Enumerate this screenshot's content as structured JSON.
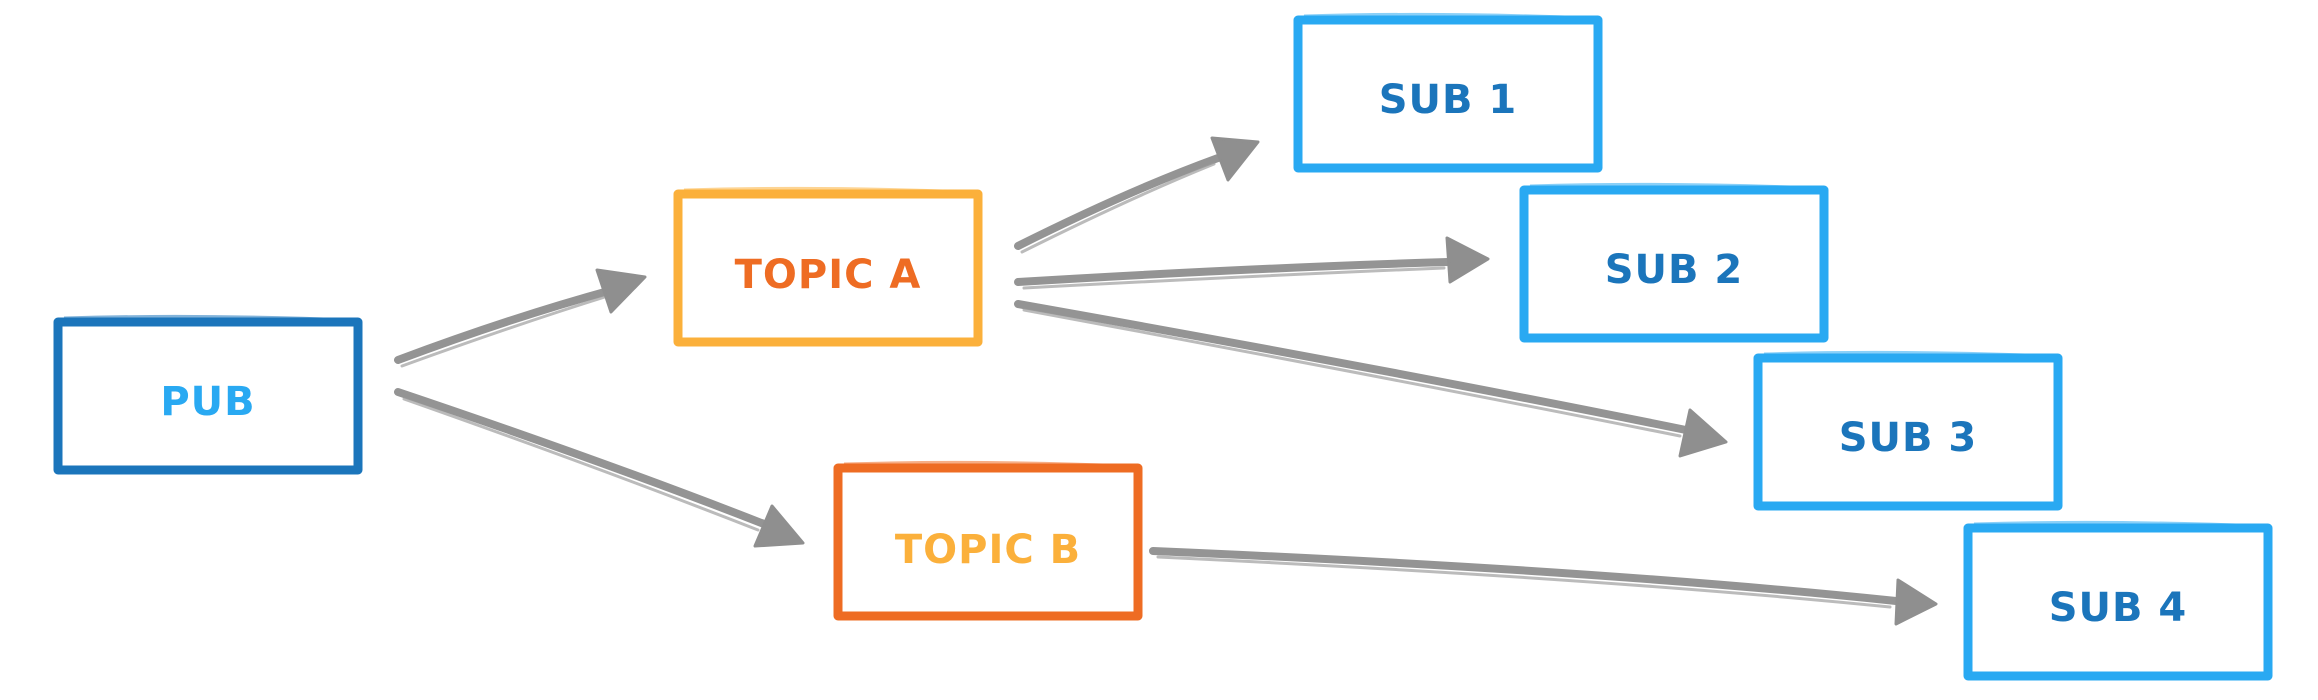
{
  "diagram": {
    "colors": {
      "pub_border": "#1b75bb",
      "pub_text": "#29a9f2",
      "topic_a_border": "#fbb03b",
      "topic_a_text": "#ee6c23",
      "topic_b_border": "#ee6c23",
      "topic_b_text": "#fbb03b",
      "sub_border": "#29a9f2",
      "sub_text": "#1b75bb",
      "arrow": "#949494"
    },
    "nodes": {
      "pub": {
        "label": "PUB"
      },
      "topic_a": {
        "label": "TOPIC A"
      },
      "topic_b": {
        "label": "TOPIC B"
      },
      "sub_1": {
        "label": "SUB 1"
      },
      "sub_2": {
        "label": "SUB 2"
      },
      "sub_3": {
        "label": "SUB 3"
      },
      "sub_4": {
        "label": "SUB 4"
      }
    },
    "edges": [
      {
        "from": "PUB",
        "to": "TOPIC A"
      },
      {
        "from": "PUB",
        "to": "TOPIC B"
      },
      {
        "from": "TOPIC A",
        "to": "SUB 1"
      },
      {
        "from": "TOPIC A",
        "to": "SUB 2"
      },
      {
        "from": "TOPIC A",
        "to": "SUB 3"
      },
      {
        "from": "TOPIC B",
        "to": "SUB 4"
      }
    ]
  }
}
